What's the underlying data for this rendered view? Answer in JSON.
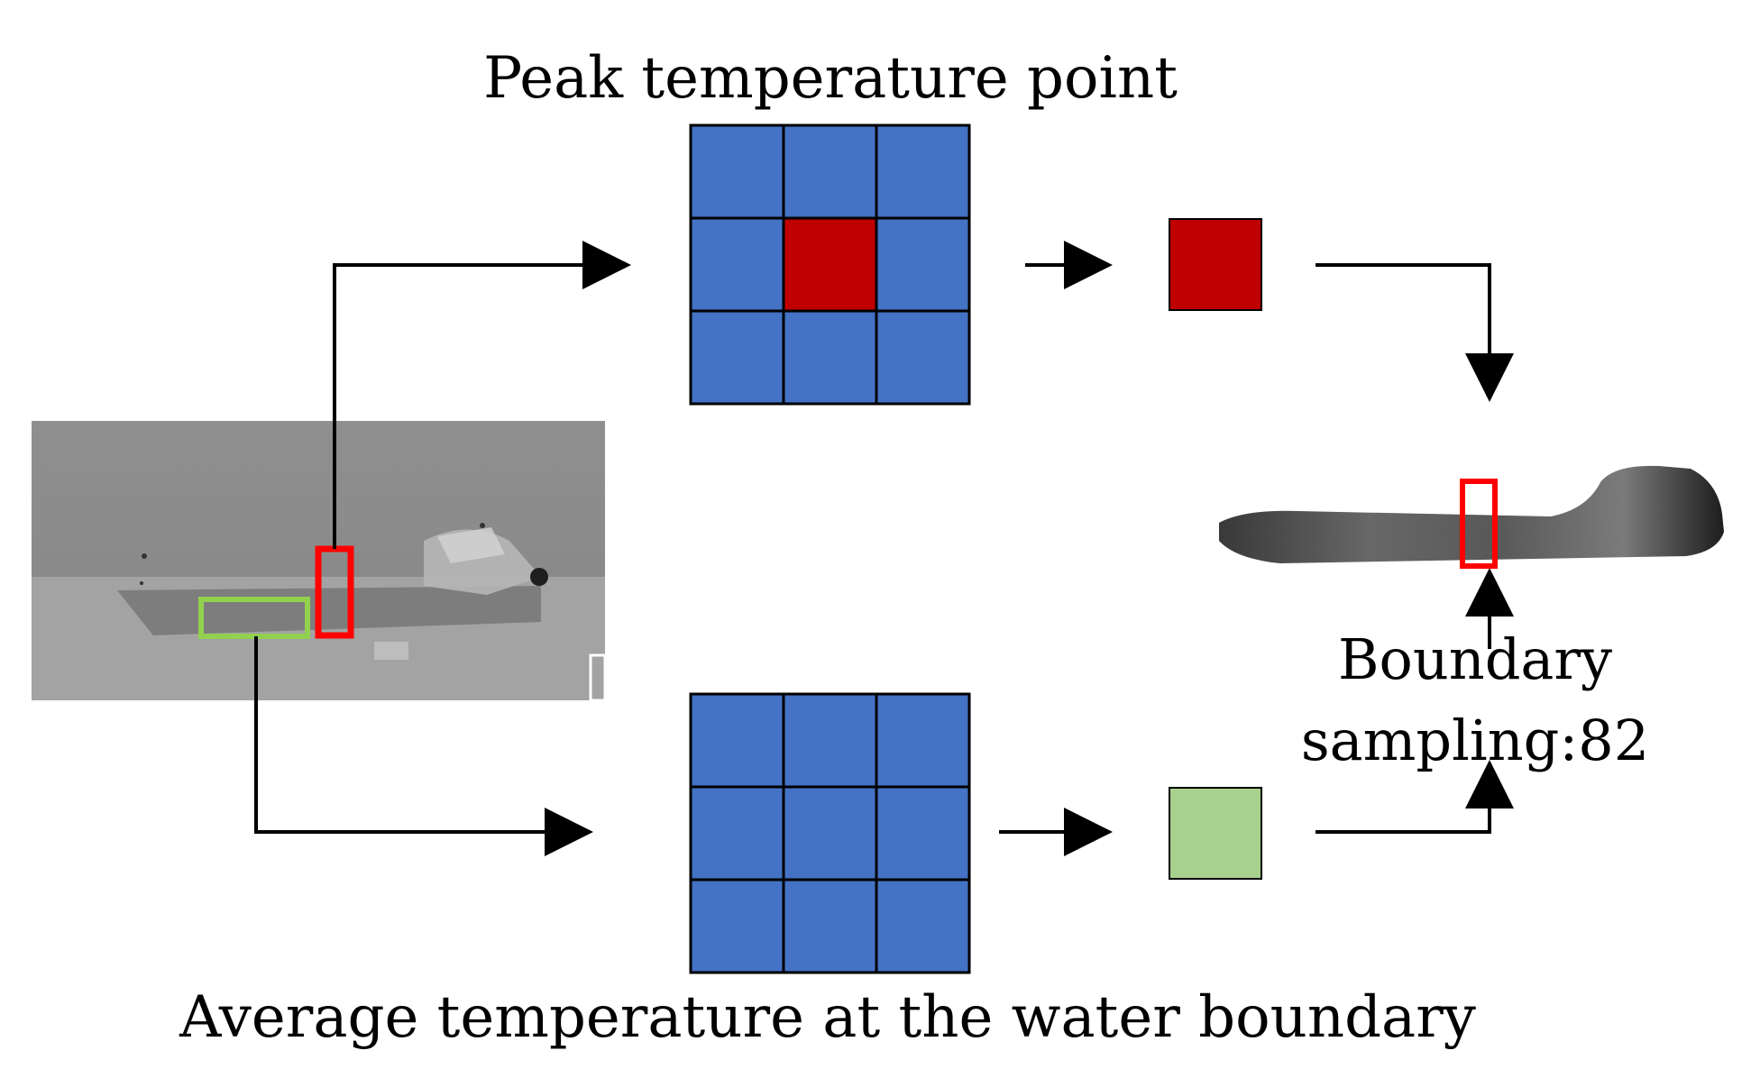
{
  "labels": {
    "top": "Peak temperature point",
    "bottom": "Average temperature at the water boundary",
    "right_line1": "Boundary",
    "right_line2": "sampling:82"
  },
  "colors": {
    "grid_fill": "#4472C4",
    "peak": "#C00000",
    "average": "#A9D18E",
    "peak_roi": "#FF0000",
    "average_roi": "#92D050",
    "line": "#000000"
  },
  "grids": {
    "top": {
      "rows": 3,
      "cols": 3,
      "highlight_cell": [
        1,
        1
      ]
    },
    "bottom": {
      "rows": 3,
      "cols": 3,
      "highlight_cell": null
    }
  },
  "images": {
    "thermal_scene": "thermal-ship-image",
    "segmented_hull": "segmented-hull-image"
  }
}
